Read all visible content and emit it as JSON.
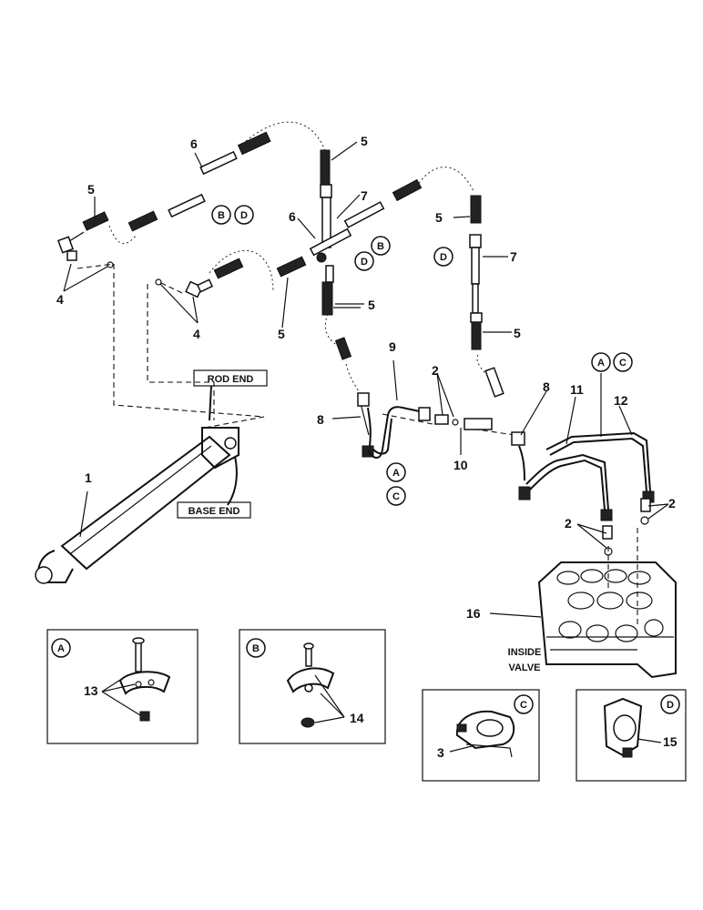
{
  "callouts": {
    "n1": "1",
    "n2a": "2",
    "n2b": "2",
    "n2c": "2",
    "n3": "3",
    "n4a": "4",
    "n4b": "4",
    "n5a": "5",
    "n5b": "5",
    "n5c": "5",
    "n5d": "5",
    "n5e": "5",
    "n5f": "5",
    "n6a": "6",
    "n6b": "6",
    "n7a": "7",
    "n7b": "7",
    "n8a": "8",
    "n8b": "8",
    "n9": "9",
    "n10": "10",
    "n11": "11",
    "n12": "12",
    "n13": "13",
    "n14": "14",
    "n15": "15",
    "n16": "16"
  },
  "letters": {
    "a": "A",
    "b": "B",
    "c": "C",
    "d": "D"
  },
  "labels": {
    "rod_end": "ROD END",
    "base_end": "BASE END",
    "inside": "INSIDE",
    "valve": "VALVE"
  }
}
